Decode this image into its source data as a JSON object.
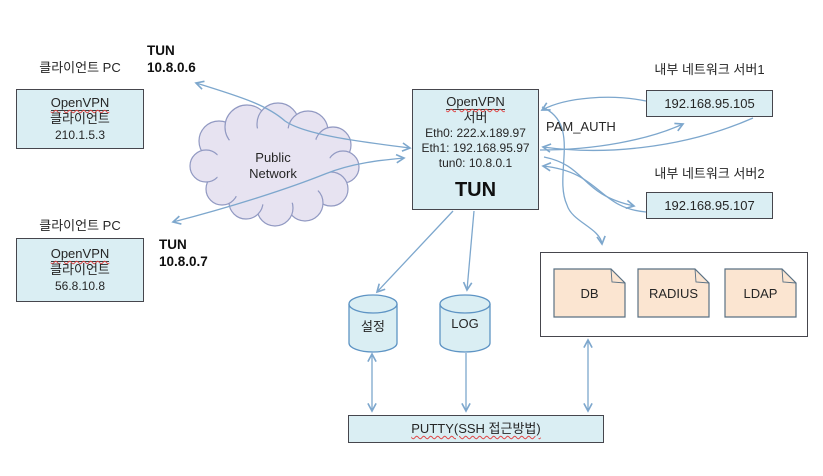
{
  "clients": [
    {
      "title": "클라이언트 PC",
      "sw": "OpenVPN",
      "role": "클라이언트",
      "ip": "210.1.5.3",
      "tun_label": "TUN",
      "tun_ip": "10.8.0.6"
    },
    {
      "title": "클라이언트 PC",
      "sw": "OpenVPN",
      "role": "클라이언트",
      "ip": "56.8.10.8",
      "tun_label": "TUN",
      "tun_ip": "10.8.0.7"
    }
  ],
  "cloud": {
    "line1": "Public",
    "line2": "Network"
  },
  "server": {
    "sw": "OpenVPN",
    "role": "서버",
    "eth0": "Eth0: 222.x.189.97",
    "eth1": "Eth1: 192.168.95.97",
    "tun0": "tun0: 10.8.0.1",
    "tun_label": "TUN"
  },
  "pam_auth_label": "PAM_AUTH",
  "internal_servers": [
    {
      "title": "내부 네트워크 서버1",
      "ip": "192.168.95.105"
    },
    {
      "title": "내부 네트워크 서버2",
      "ip": "192.168.95.107"
    }
  ],
  "auth_modules": [
    "DB",
    "RADIUS",
    "LDAP"
  ],
  "storage": {
    "config": "설정",
    "log": "LOG"
  },
  "putty_label": "PUTTY(SSH 접근방법)",
  "colors": {
    "node_fill": "#daeef3",
    "node_border": "#46464d",
    "cloud_fill": "#e7e3f1",
    "cloud_border": "#9199c2",
    "card_fill": "#fbe5d1",
    "card_border": "#5a7184",
    "cylinder_border": "#5e94c4",
    "arrow": "#7da7cd",
    "spellcheck_wave": "#e04545"
  }
}
